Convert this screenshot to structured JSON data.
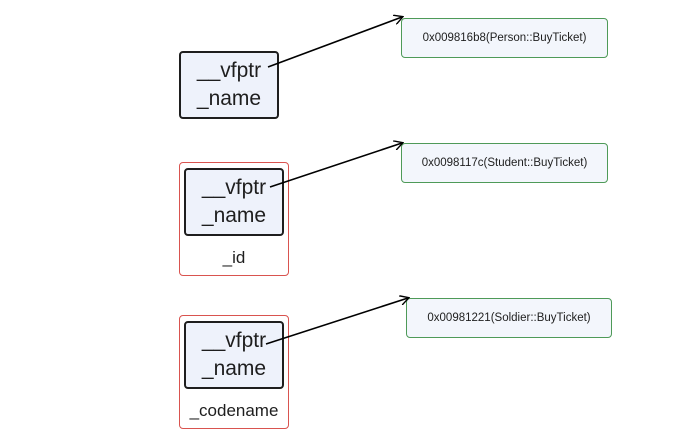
{
  "person": {
    "vfptr": "__vfptr",
    "name": "_name",
    "vtable_entry": "0x009816b8(Person::BuyTicket)"
  },
  "student": {
    "vfptr": "__vfptr",
    "name": "_name",
    "extra_field": "_id",
    "vtable_entry": "0x0098117c(Student::BuyTicket)"
  },
  "soldier": {
    "vfptr": "__vfptr",
    "name": "_name",
    "extra_field": "_codename",
    "vtable_entry": "0x00981221(Soldier::BuyTicket)"
  },
  "colors": {
    "object_border": "#d9534f",
    "vtable_border": "#4e9a58",
    "box_fill": "#eef2fb",
    "arrow": "#000000"
  }
}
